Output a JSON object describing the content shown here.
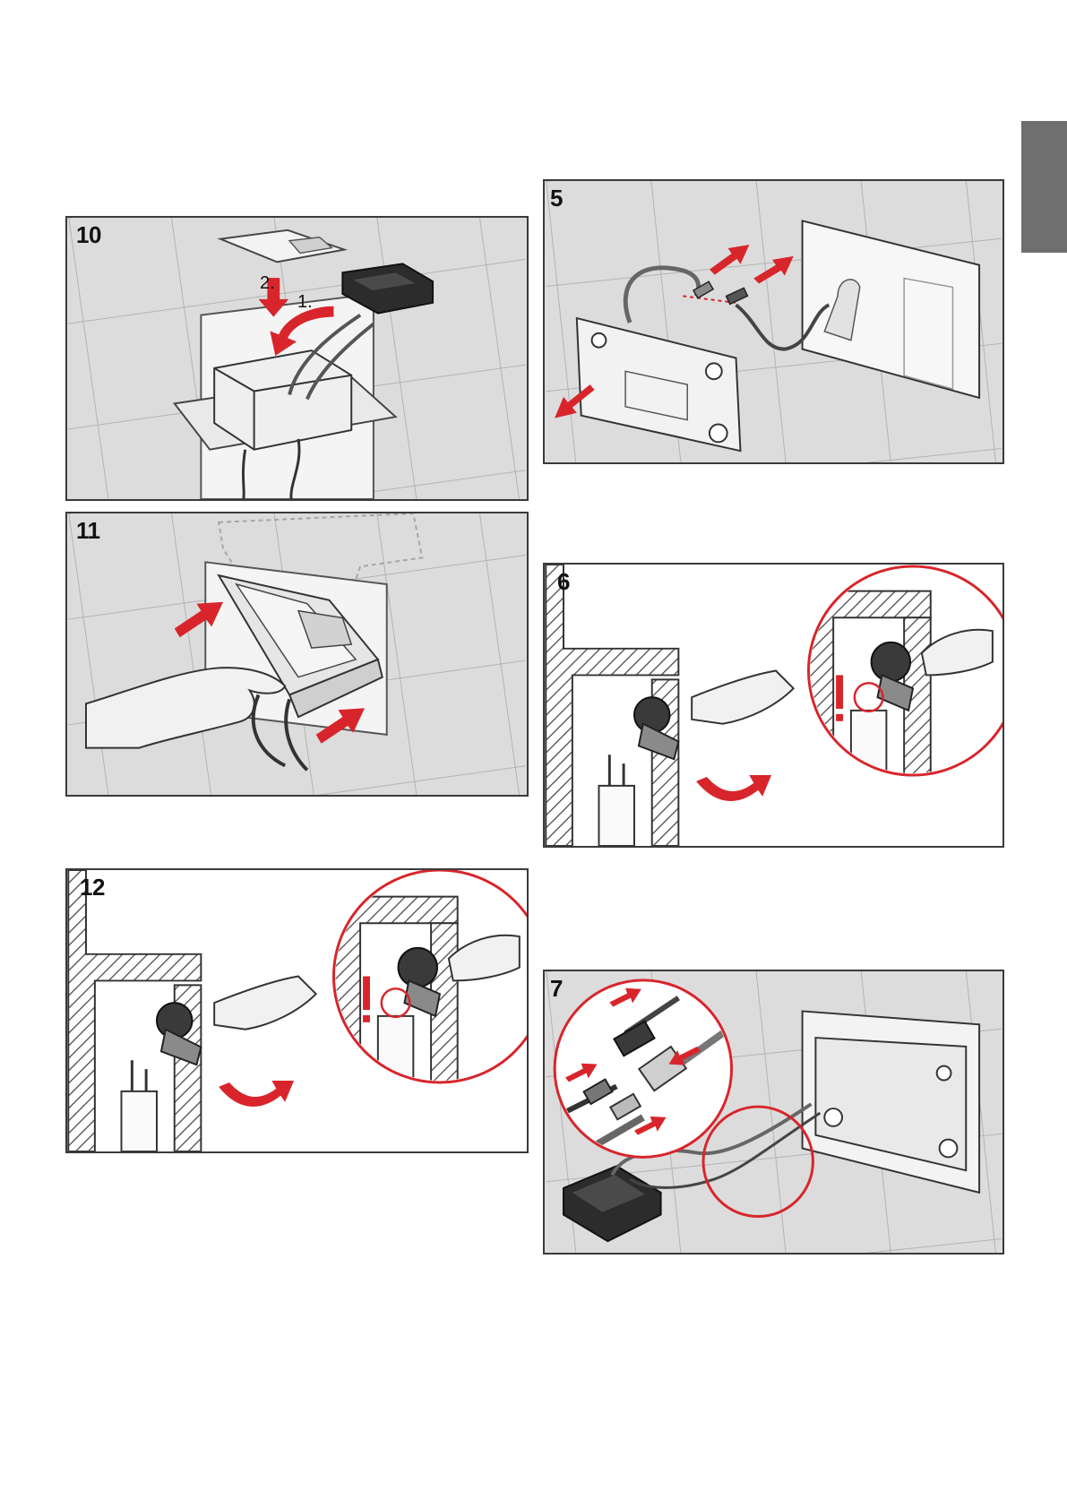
{
  "page": {
    "side_tab_color": "#6f6f6f",
    "accent_color": "#d8252b",
    "tile_color": "#dcdcdc",
    "grout_color": "#b9b9b9"
  },
  "panels": {
    "step10": {
      "number": "10",
      "label_first": "1.",
      "label_second": "2."
    },
    "step11": {
      "number": "11"
    },
    "step12": {
      "number": "12"
    },
    "step5": {
      "number": "5"
    },
    "step6": {
      "number": "6"
    },
    "step7": {
      "number": "7"
    }
  },
  "icons": [
    "red-arrow-icon",
    "warning-exclamation-icon",
    "hand-icon",
    "connector-plug-icon",
    "magnifier-circle-icon"
  ]
}
